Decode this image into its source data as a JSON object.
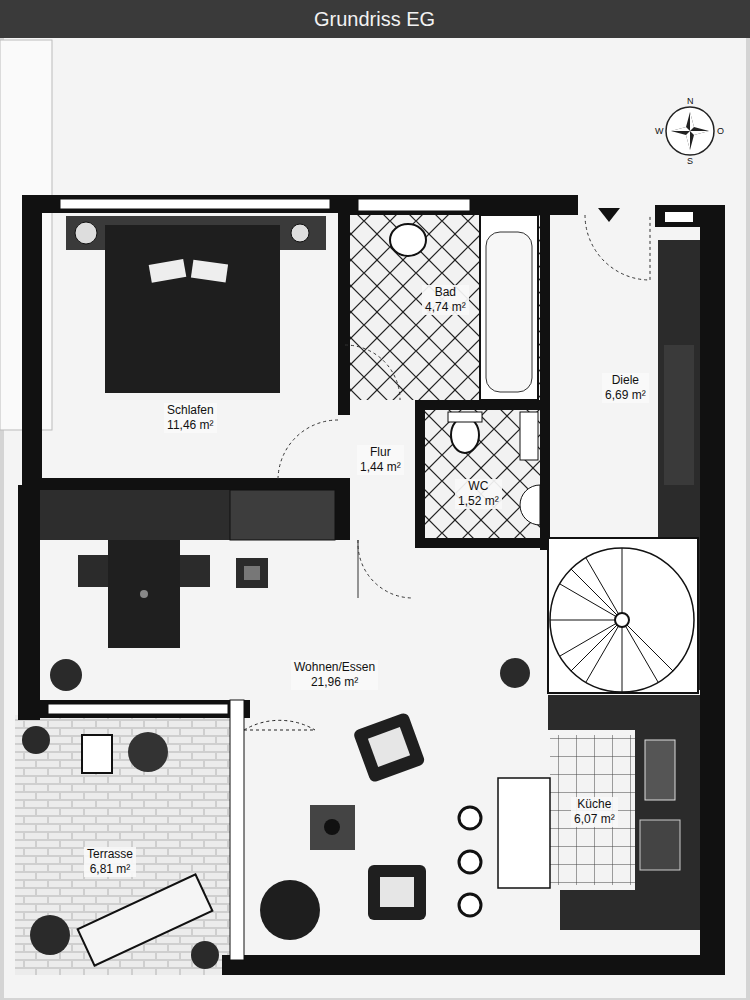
{
  "diagram": {
    "title": "Grundriss EG",
    "nodes": [
      {
        "text": [
          "Schlafen",
          "11,46 m²"
        ]
      },
      {
        "text": [
          "Bad",
          "4,74 m²"
        ]
      },
      {
        "text": [
          "Flur",
          "1,44 m²"
        ]
      },
      {
        "text": [
          "WC",
          "1,52 m²"
        ]
      },
      {
        "text": [
          "Diele",
          "6,69 m²"
        ]
      },
      {
        "text": [
          "Wohnen/Essen",
          "21,96 m²"
        ]
      },
      {
        "text": [
          "Küche",
          "6,07 m²"
        ]
      },
      {
        "text": [
          "Terrasse",
          "6,81 m²"
        ]
      }
    ],
    "labels": [
      "N",
      "O",
      "S",
      "W"
    ]
  }
}
